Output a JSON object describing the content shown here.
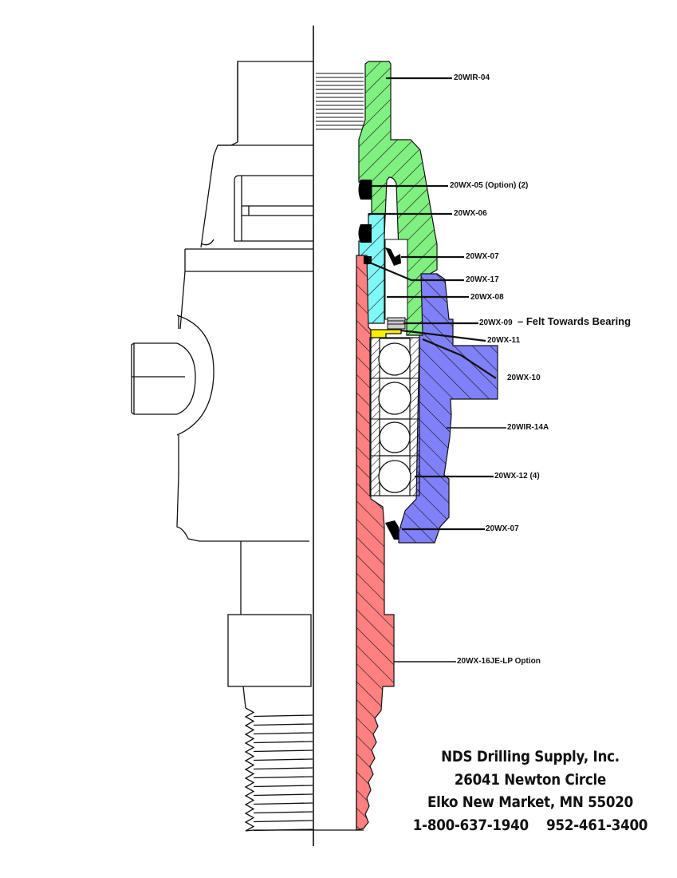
{
  "diagram": {
    "title": "Swivel assembly cross-section",
    "colors": {
      "green_part": "#80f080",
      "cyan_part": "#80f8f8",
      "red_part": "#ff8080",
      "blue_part": "#8080f8",
      "yellow_part": "#f8f000",
      "seal": "#000000",
      "line": "#111111"
    },
    "callouts": [
      {
        "id": "wir04",
        "text": "20WIR-04"
      },
      {
        "id": "wx05",
        "text": "20WX-05 (Option)  (2)"
      },
      {
        "id": "wx06",
        "text": "20WX-06"
      },
      {
        "id": "wx07a",
        "text": "20WX-07"
      },
      {
        "id": "wx17",
        "text": "20WX-17"
      },
      {
        "id": "wx08",
        "text": "20WX-08"
      },
      {
        "id": "wx09",
        "text": "20WX-09"
      },
      {
        "id": "wx09note",
        "text": "– Felt Towards Bearing"
      },
      {
        "id": "wx11",
        "text": "20WX-11"
      },
      {
        "id": "wx10",
        "text": "20WX-10"
      },
      {
        "id": "wir14a",
        "text": "20WIR-14A"
      },
      {
        "id": "wx12",
        "text": "20WX-12 (4)"
      },
      {
        "id": "wx07b",
        "text": "20WX-07"
      },
      {
        "id": "wx16",
        "text": "20WX-16JE-LP  Option"
      }
    ]
  },
  "company": {
    "name": "NDS Drilling Supply, Inc.",
    "street": "26041 Newton Circle",
    "city": "Elko New Market, MN 55020",
    "phones": "1-800-637-1940    952-461-3400"
  }
}
